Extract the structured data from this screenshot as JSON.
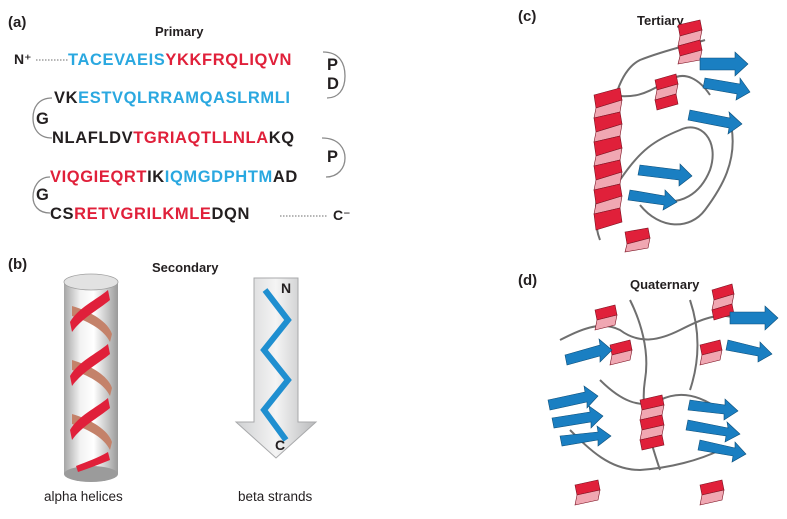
{
  "panels": {
    "a": {
      "label": "(a)",
      "title": "Primary"
    },
    "b": {
      "label": "(b)",
      "title": "Secondary"
    },
    "c": {
      "label": "(c)",
      "title": "Tertiary"
    },
    "d": {
      "label": "(d)",
      "title": "Quaternary"
    }
  },
  "primary": {
    "n_terminus": "N⁺",
    "c_terminus": "C⁻",
    "row1": [
      {
        "text": "TACEVAEIS",
        "color": "blue"
      },
      {
        "text": "YKKFRQLIQVN",
        "color": "red"
      }
    ],
    "turn1": [
      "P",
      "D"
    ],
    "row2": [
      {
        "text": "VK",
        "color": "black"
      },
      {
        "text": "ESTVQLRRAMQASLRMLI",
        "color": "blue"
      }
    ],
    "turn2": "G",
    "row3": [
      {
        "text": "NLAFLDV",
        "color": "black"
      },
      {
        "text": "TGRIAQTLLNLA",
        "color": "red"
      },
      {
        "text": "KQ",
        "color": "black"
      }
    ],
    "turn3": "P",
    "row4": [
      {
        "text": "VIQGIEQRT",
        "color": "red"
      },
      {
        "text": "IK",
        "color": "black"
      },
      {
        "text": "IQMGDPHTM",
        "color": "blue"
      },
      {
        "text": "AD",
        "color": "black"
      }
    ],
    "turn4": "G",
    "row5": [
      {
        "text": "CS",
        "color": "black"
      },
      {
        "text": "RETVGRILKMLE",
        "color": "red"
      },
      {
        "text": "DQN",
        "color": "black"
      }
    ]
  },
  "secondary": {
    "helix_caption": "alpha helices",
    "strand_caption": "beta strands",
    "strand_n": "N",
    "strand_c": "C"
  },
  "colors": {
    "helix": "#e0203a",
    "strand": "#1f8fd0",
    "sequence_blue": "#2aa8e0",
    "sequence_red": "#e0203a",
    "text": "#231f20"
  }
}
